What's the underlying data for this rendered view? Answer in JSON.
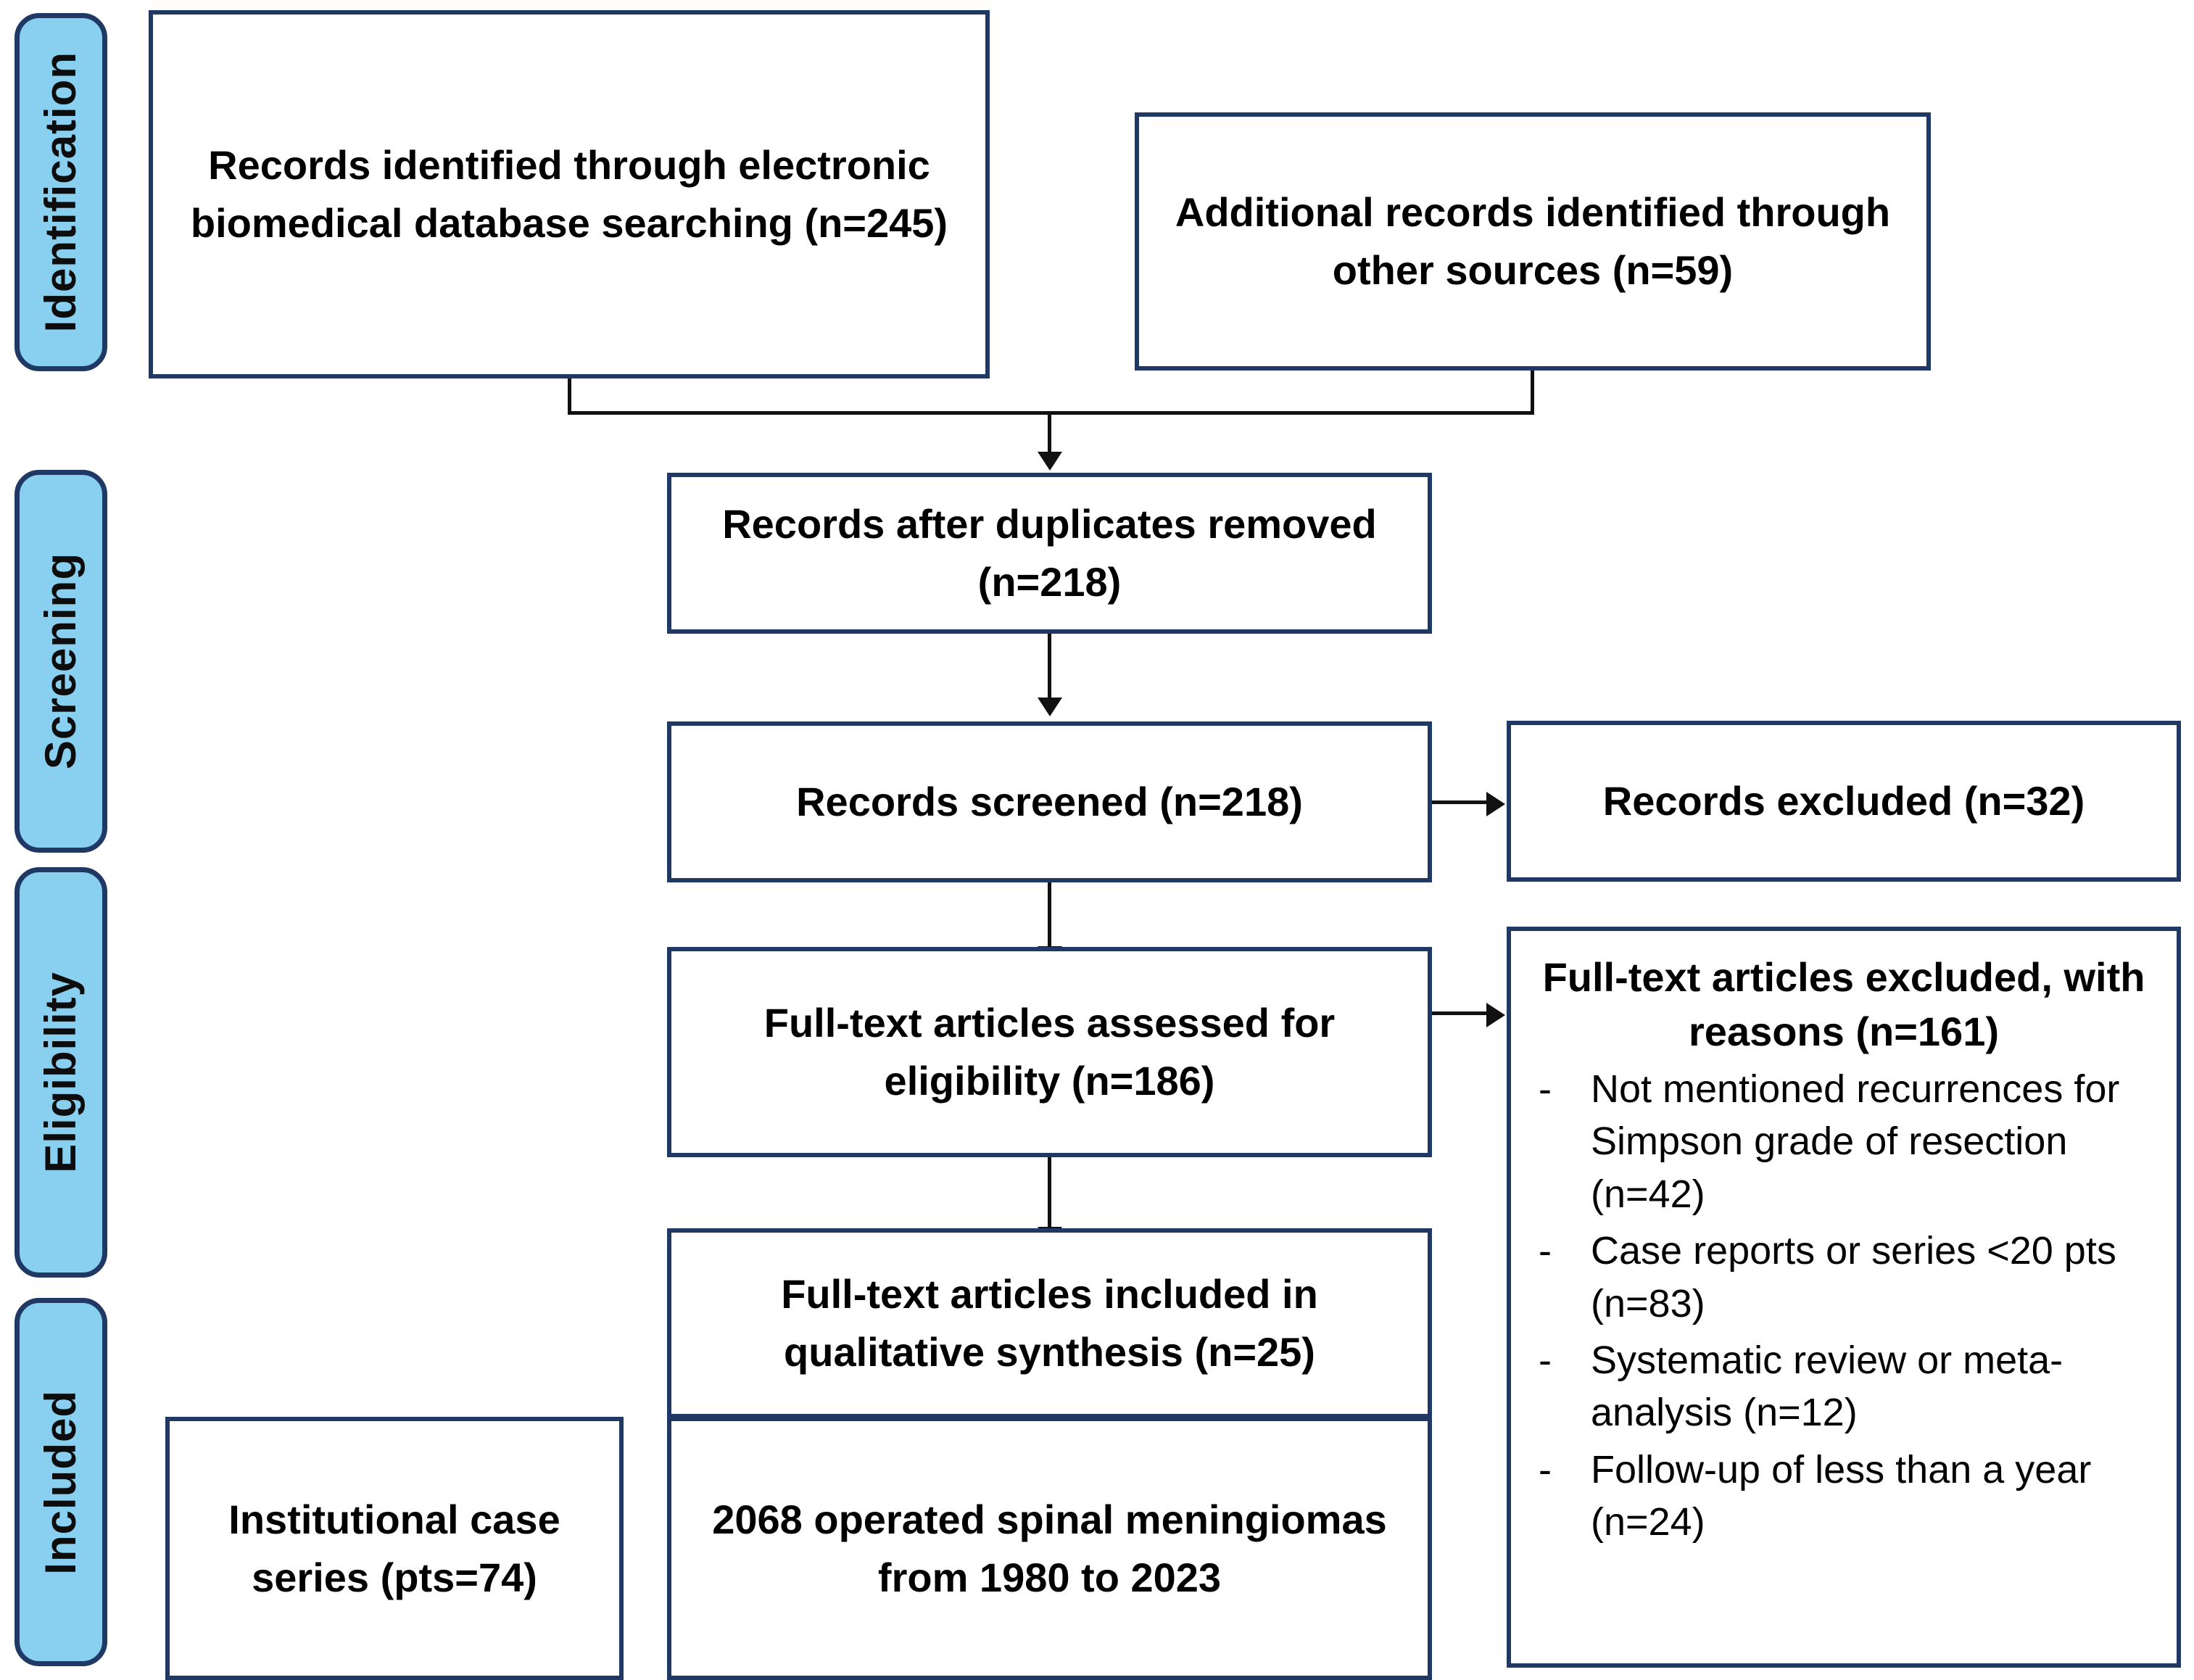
{
  "diagram": {
    "title": "PRISMA flow diagram",
    "colors": {
      "stage_fill": "#89CFF0",
      "stage_border": "#1F3864",
      "box_border": "#1F3864",
      "box_fill": "#FFFFFF",
      "connector": "#111111",
      "text": "#000000"
    }
  },
  "stages": [
    {
      "id": "identification",
      "label": "Identification"
    },
    {
      "id": "screening",
      "label": "Screening"
    },
    {
      "id": "eligibility",
      "label": "Eligibility"
    },
    {
      "id": "included",
      "label": "Included"
    }
  ],
  "boxes": {
    "records_identified_db": {
      "text": "Records identified through electronic biomedical database searching (n=245)"
    },
    "additional_records": {
      "text": "Additional records identified through other sources (n=59)"
    },
    "after_duplicates": {
      "text": "Records after duplicates removed (n=218)"
    },
    "records_screened": {
      "text": "Records screened (n=218)"
    },
    "records_excluded": {
      "text": "Records excluded (n=32)"
    },
    "fulltext_assessed": {
      "text": "Full-text articles assessed for eligibility (n=186)"
    },
    "fulltext_included": {
      "text": "Full-text articles included in qualitative synthesis (n=25)"
    },
    "fulltext_excluded": {
      "title": "Full-text articles excluded, with reasons (n=161)",
      "bullet": "-",
      "reasons": [
        "Not mentioned recurrences for Simpson grade of resection (n=42)",
        "Case reports or series <20 pts (n=83)",
        "Systematic review or meta-analysis (n=12)",
        "Follow-up of less than a year (n=24)"
      ]
    },
    "institutional_series": {
      "text": "Institutional case series (pts=74)"
    },
    "final_cohort": {
      "text": "2068 operated spinal meningiomas from 1980 to 2023"
    }
  },
  "chart_data": {
    "type": "table",
    "title": "PRISMA flow diagram",
    "nodes": [
      {
        "stage": "Identification",
        "label": "Records identified through electronic biomedical database searching",
        "n": 245
      },
      {
        "stage": "Identification",
        "label": "Additional records identified through other sources",
        "n": 59
      },
      {
        "stage": "Screening",
        "label": "Records after duplicates removed",
        "n": 218
      },
      {
        "stage": "Screening",
        "label": "Records screened",
        "n": 218
      },
      {
        "stage": "Screening",
        "label": "Records excluded",
        "n": 32
      },
      {
        "stage": "Eligibility",
        "label": "Full-text articles assessed for eligibility",
        "n": 186
      },
      {
        "stage": "Eligibility",
        "label": "Full-text articles excluded, with reasons",
        "n": 161
      },
      {
        "stage": "Eligibility",
        "label": "Not mentioned recurrences for Simpson grade of resection",
        "n": 42
      },
      {
        "stage": "Eligibility",
        "label": "Case reports or series <20 pts",
        "n": 83
      },
      {
        "stage": "Eligibility",
        "label": "Systematic review or meta-analysis",
        "n": 12
      },
      {
        "stage": "Eligibility",
        "label": "Follow-up of less than a year",
        "n": 24
      },
      {
        "stage": "Eligibility",
        "label": "Full-text articles included in qualitative synthesis",
        "n": 25
      },
      {
        "stage": "Included",
        "label": "Institutional case series (pts)",
        "n": 74
      },
      {
        "stage": "Included",
        "label": "Operated spinal meningiomas from 1980 to 2023",
        "n": 2068
      }
    ]
  }
}
